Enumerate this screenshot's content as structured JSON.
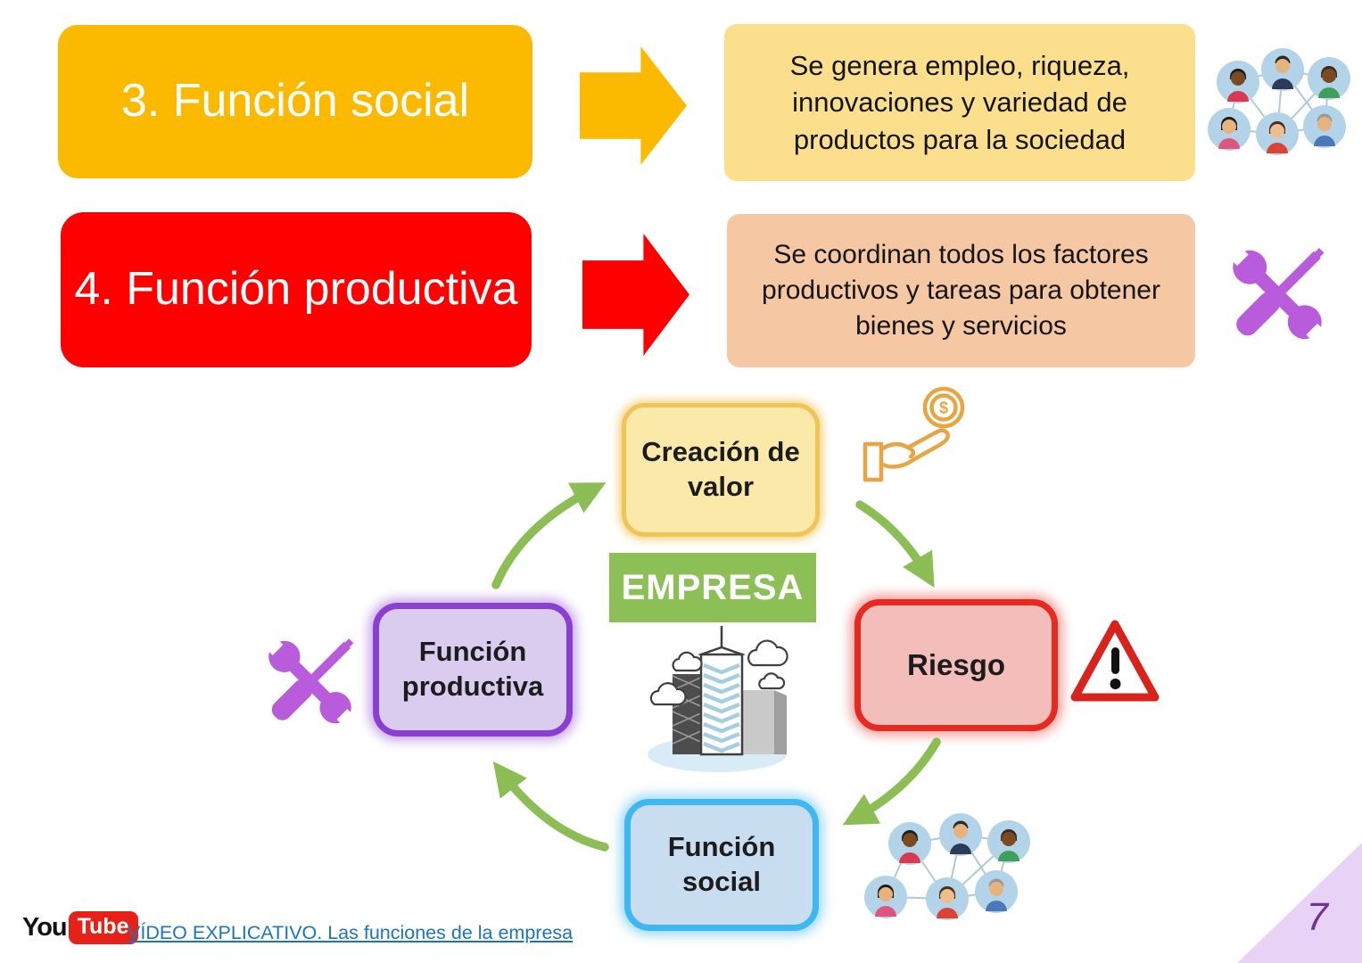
{
  "page_number": "7",
  "rows": [
    {
      "title": "3. Función social",
      "description": "Se genera empleo, riqueza, innovaciones y variedad de productos para la sociedad",
      "title_bg": "#FBBA00",
      "description_bg": "#FBDF8C",
      "arrow_color": "#FBBA00",
      "icon": "people-network-icon"
    },
    {
      "title": "4. Función productiva",
      "description": "Se coordinan todos los factores productivos y tareas para obtener bienes y servicios",
      "title_bg": "#FE0000",
      "description_bg": "#F5C8A3",
      "arrow_color": "#FE0000",
      "icon": "tools-icon"
    }
  ],
  "cycle": {
    "center_label": "EMPRESA",
    "center_bg": "#8CC057",
    "center_icon": "buildings-icon",
    "arrow_color": "#8DBE56",
    "nodes": [
      {
        "label": "Creación de valor",
        "fill": "#FBE9A9",
        "border": "#F0C558",
        "icon": "coin-hand-icon"
      },
      {
        "label": "Riesgo",
        "fill": "#F3BDBA",
        "border": "#E62A1F",
        "icon": "warning-triangle-icon"
      },
      {
        "label": "Función social",
        "fill": "#C9DDF1",
        "border": "#3EB7F2",
        "icon": "people-group-icon"
      },
      {
        "label": "Función productiva",
        "fill": "#DACCEF",
        "border": "#8B3FD1",
        "icon": "tools-icon"
      }
    ]
  },
  "footer": {
    "youtube": {
      "you": "You",
      "tube": "Tube"
    },
    "link_text": "VÍDEO EXPLICATIVO. Las funciones de la empresa",
    "link_color": "#1B75BC"
  }
}
